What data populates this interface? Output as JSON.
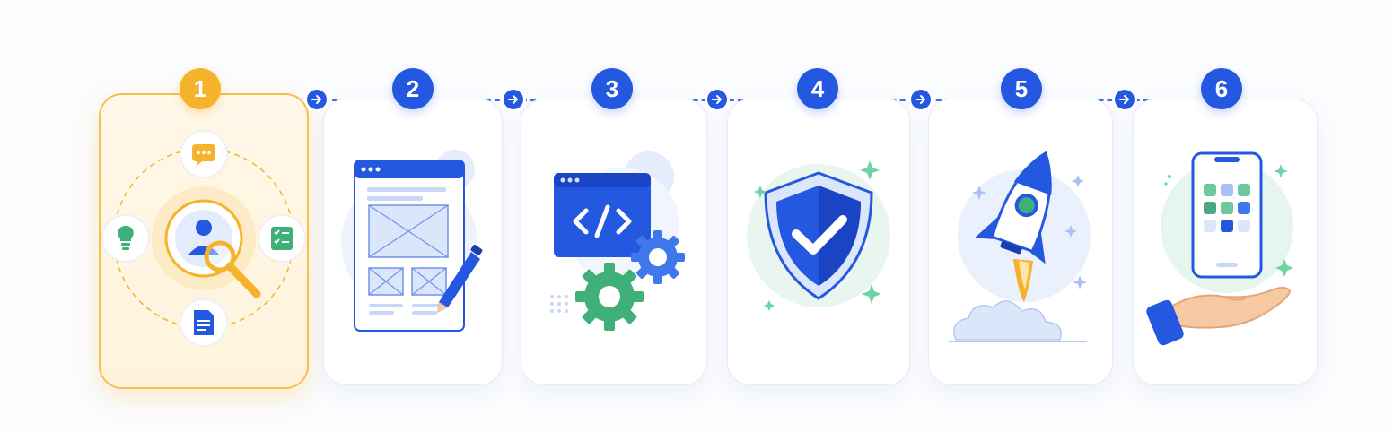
{
  "steps": [
    {
      "number": "1",
      "active": true,
      "icon": "research-magnifier-icon"
    },
    {
      "number": "2",
      "active": false,
      "icon": "wireframe-design-icon"
    },
    {
      "number": "3",
      "active": false,
      "icon": "code-gears-icon"
    },
    {
      "number": "4",
      "active": false,
      "icon": "shield-check-icon"
    },
    {
      "number": "5",
      "active": false,
      "icon": "rocket-launch-icon"
    },
    {
      "number": "6",
      "active": false,
      "icon": "phone-in-hand-icon"
    }
  ],
  "colors": {
    "primary": "#2458e0",
    "active": "#f4b32b",
    "green": "#3fb07a",
    "light_blue": "#dbe6fb"
  }
}
